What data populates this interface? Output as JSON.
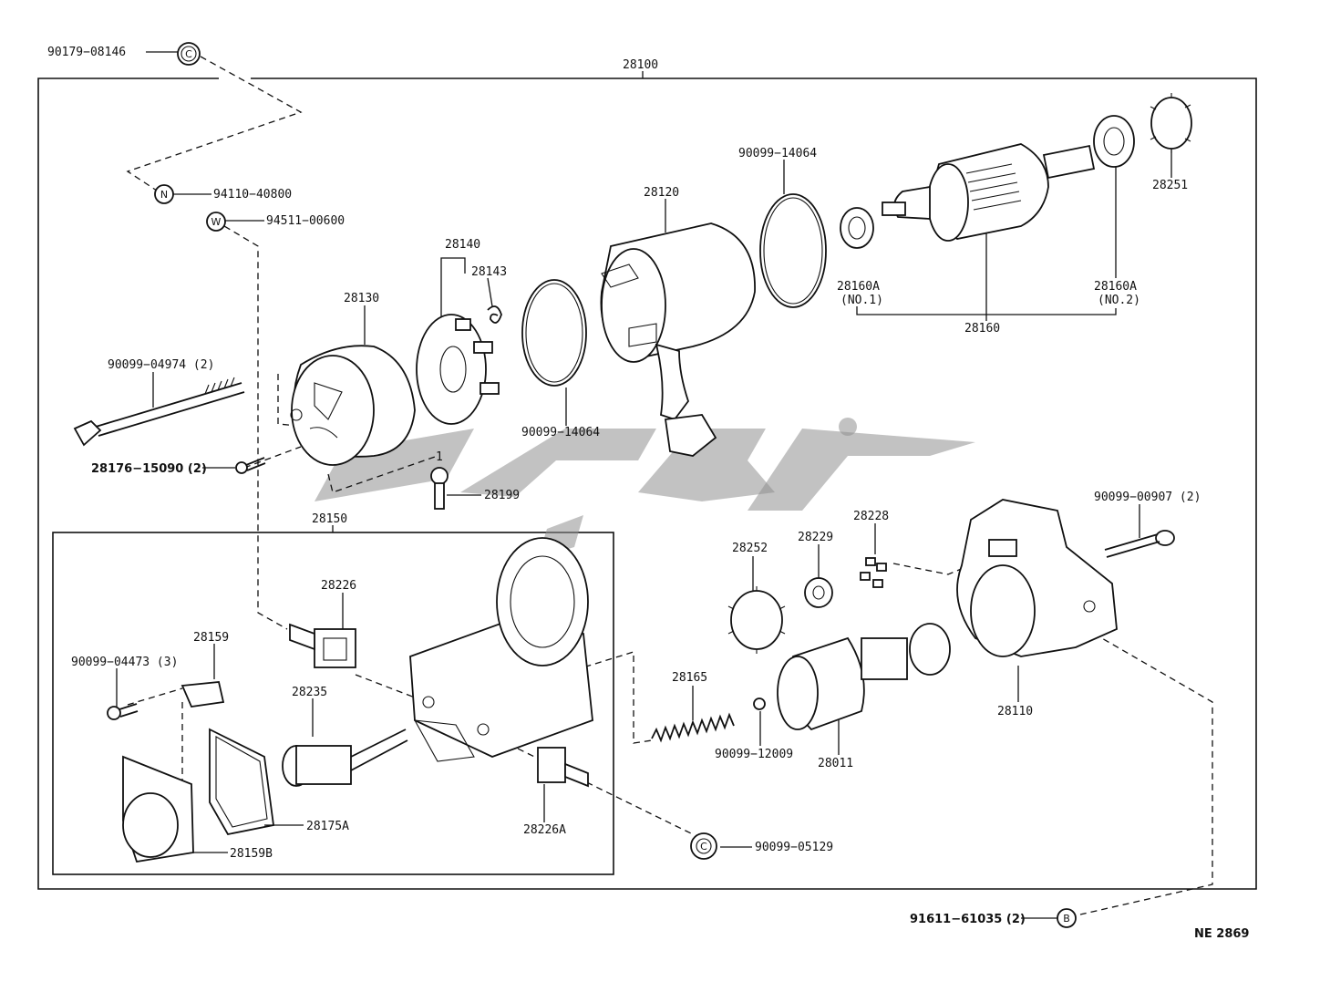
{
  "labels": {
    "p90179_08146": "90179−08146",
    "p28100": "28100",
    "p94110_40800": "94110−40800",
    "p94511_00600": "94511−00600",
    "p90099_14064_top": "90099−14064",
    "p28120": "28120",
    "p28140": "28140",
    "p28143": "28143",
    "p28130": "28130",
    "p90099_04974": "90099−04974 (2)",
    "p28176_15090": "28176−15090 (2)",
    "p90099_14064_bot": "90099−14064",
    "p28199_note": "1",
    "p28199": "28199",
    "p28160A_1": "28160A",
    "p28160A_1_sub": "(NO.1)",
    "p28160A_2": "28160A",
    "p28160A_2_sub": "(NO.2)",
    "p28160": "28160",
    "p28251": "28251",
    "p28150": "28150",
    "p28226": "28226",
    "p28159": "28159",
    "p90099_04473": "90099−04473 (3)",
    "p28235": "28235",
    "p28175A": "28175A",
    "p28159B": "28159B",
    "p28226A": "28226A",
    "p28252": "28252",
    "p28229": "28229",
    "p28228": "28228",
    "p90099_00907": "90099−00907 (2)",
    "p28165": "28165",
    "p90099_12009": "90099−12009",
    "p28011": "28011",
    "p28110": "28110",
    "p90099_05129": "90099−05129",
    "p91611_61035": "91611−61035 (2)",
    "drawing_code": "NE  2869"
  },
  "symbols": {
    "c_top": "C",
    "n": "N",
    "w": "W",
    "c_bottom": "C",
    "b": "B"
  },
  "watermark": {
    "description": "arabic-logo-watermark",
    "color": "#8f8f8f"
  }
}
